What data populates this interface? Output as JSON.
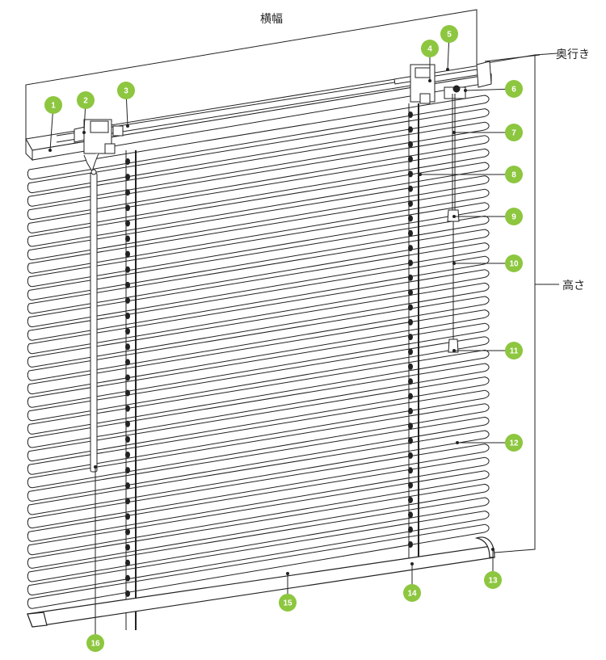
{
  "labels": {
    "width": "横幅",
    "depth": "奥行き",
    "height": "高さ"
  },
  "callouts": [
    "1",
    "2",
    "3",
    "4",
    "5",
    "6",
    "7",
    "8",
    "9",
    "10",
    "11",
    "12",
    "13",
    "14",
    "15",
    "16"
  ],
  "colors": {
    "badge": "#8dc63f",
    "line": "#222222",
    "fill": "#ffffff"
  }
}
